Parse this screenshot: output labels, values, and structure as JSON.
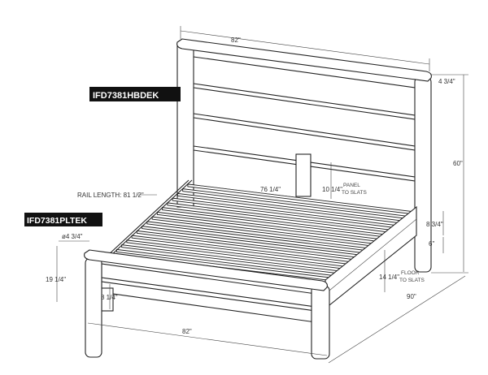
{
  "part_labels": {
    "headboard": "IFD7381HBDEK",
    "platform": "IFD7381PLTEK"
  },
  "dimensions": {
    "top_width": "82\"",
    "cap_height": "4 3/4\"",
    "total_height": "60\"",
    "panel_width": "76 1/4\"",
    "panel_to_slats": "10 1/4\"",
    "panel_to_slats_note": [
      "PANEL",
      "TO SLATS"
    ],
    "rail_length": "RAIL LENGTH: 81 1/2\"",
    "post_diameter": "ø4 3/4\"",
    "footboard_height": "19 1/4\"",
    "foot_leg_height": "8 1/4\"",
    "rail_height": "8 3/4\"",
    "rail_clearance": "6\"",
    "floor_to_slats": "14 1/4\"",
    "floor_to_slats_note": [
      "FLOOR",
      "TO SLATS"
    ],
    "depth": "90\"",
    "bottom_width": "82\""
  }
}
